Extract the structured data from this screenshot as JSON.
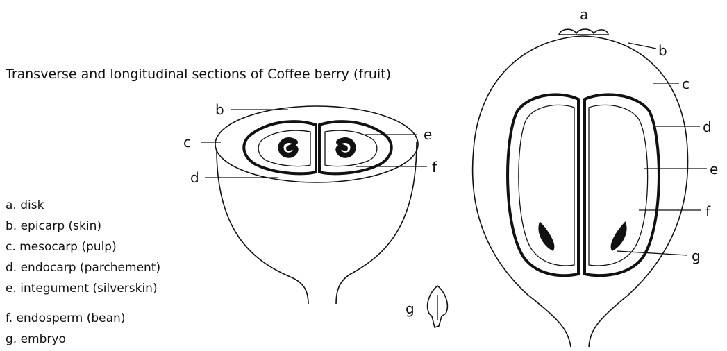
{
  "title": "Transverse and longitudinal sections of Coffee berry (fruit)",
  "transverse_labels": {
    "b": "b",
    "c": "c",
    "d": "d",
    "e": "e",
    "f": "f"
  },
  "longitudinal_labels": {
    "a": "a",
    "b": "b",
    "c": "c",
    "d": "d",
    "e": "e",
    "f": "f",
    "g": "g"
  },
  "embryo_label": "g",
  "legend": [
    "a.  disk",
    "b.  epicarp (skin)",
    "c.  mesocarp (pulp)",
    "d.  endocarp (parchement)",
    "e.  integument (silverskin)",
    "f.  endosperm (bean)",
    "g.  embryo"
  ]
}
